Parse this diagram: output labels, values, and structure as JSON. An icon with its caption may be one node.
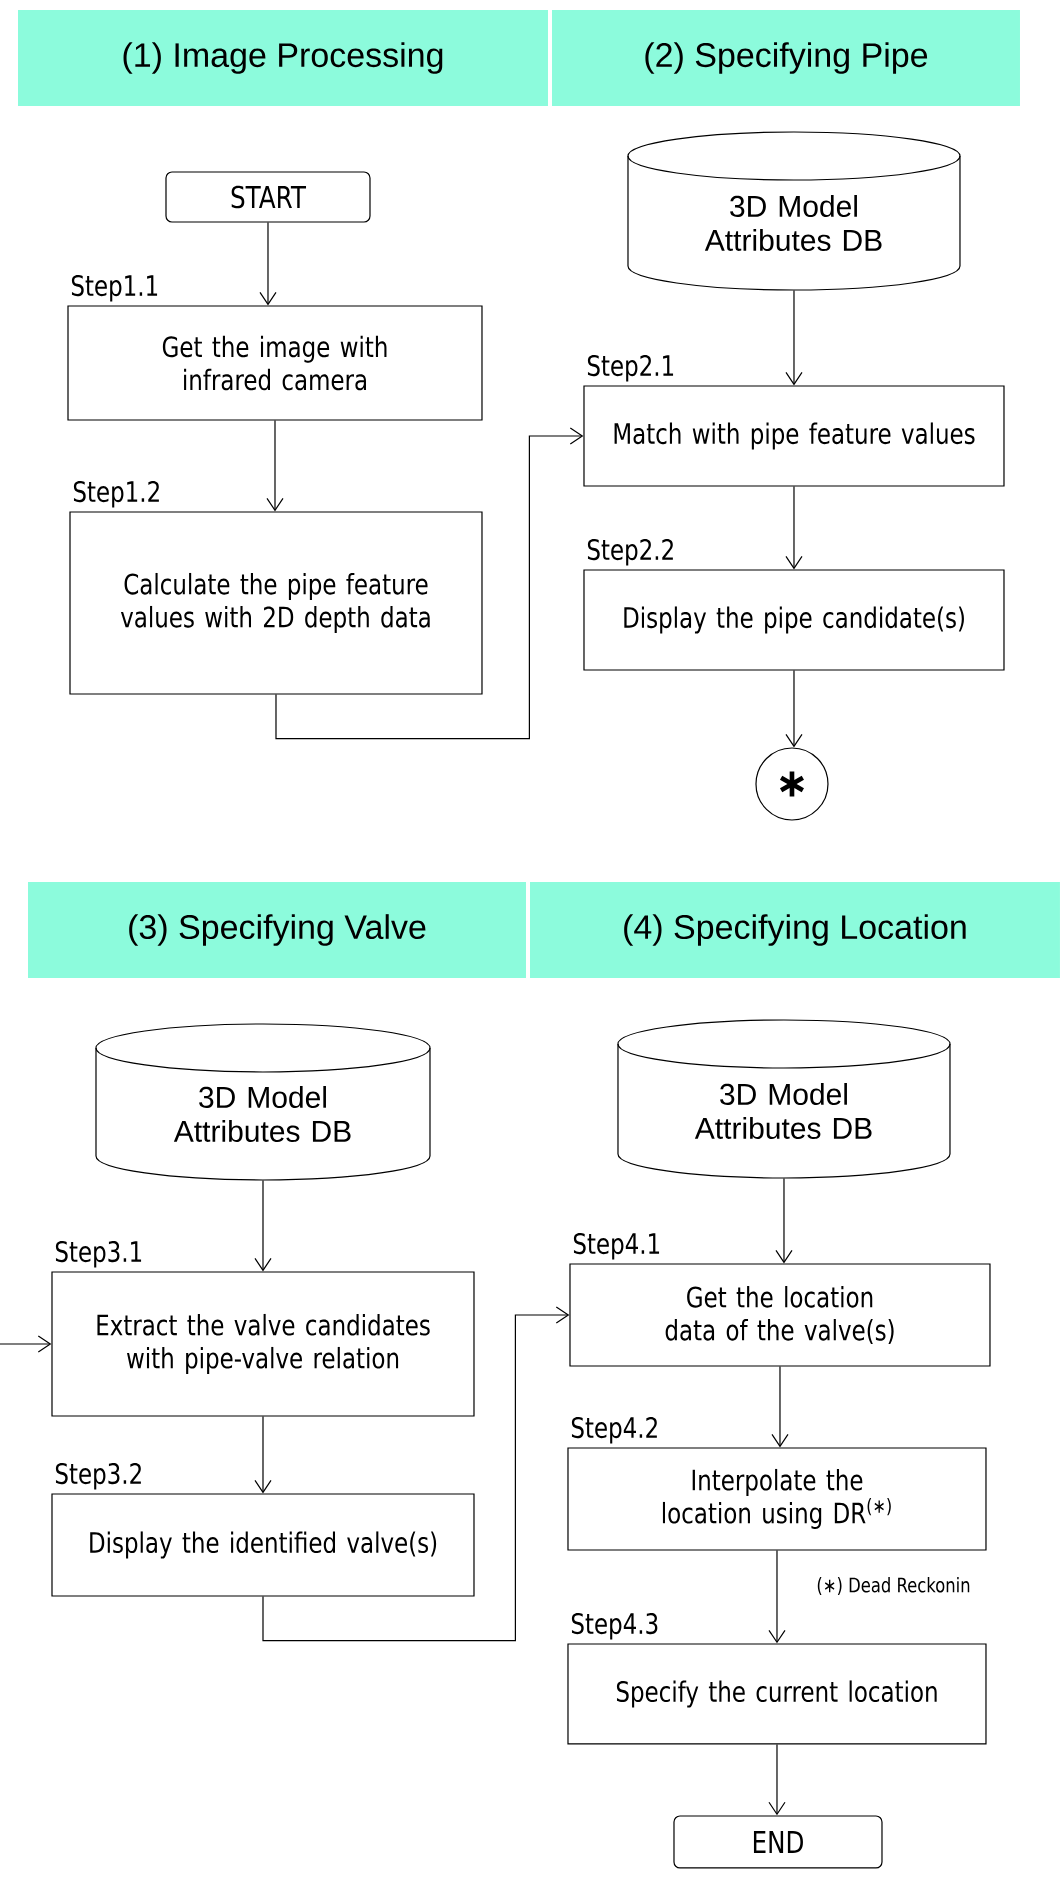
{
  "diagram": {
    "nodes": [
      {
        "text": [
          "(1) Image Processing"
        ]
      },
      {
        "text": [
          "(2) Specifying Pipe"
        ]
      },
      {
        "text": [
          "START"
        ]
      },
      {
        "text": [
          "Step1.1",
          "Get the image with infrared camera"
        ]
      },
      {
        "text": [
          "Step1.2",
          "Calculate the pipe feature values with 2D depth data"
        ]
      },
      {
        "text": [
          "3D Model Attributes DB"
        ]
      },
      {
        "text": [
          "Step2.1",
          "Match with pipe feature values"
        ]
      },
      {
        "text": [
          "Step2.2",
          "Display the pipe candidate(s)"
        ]
      },
      {
        "text": [
          "∗"
        ]
      },
      {
        "text": [
          "(3) Specifying Valve"
        ]
      },
      {
        "text": [
          "(4) Specifying Location"
        ]
      },
      {
        "text": [
          "3D Model Attributes DB"
        ]
      },
      {
        "text": [
          "Step3.1",
          "Extract the valve candidates with pipe-valve relation"
        ]
      },
      {
        "text": [
          "Step3.2",
          "Display the identified valve(s)"
        ]
      },
      {
        "text": [
          "3D Model Attributes DB"
        ]
      },
      {
        "text": [
          "Step4.1",
          "Get the location data of the valve(s)"
        ]
      },
      {
        "text": [
          "Step4.2",
          "Interpolate the location using DR$^{(∗)}$"
        ]
      },
      {
        "text": [
          "Step4.3",
          "Specify the current location"
        ]
      },
      {
        "text": [
          "END"
        ]
      }
    ],
    "edges": [
      {
        "from": 2,
        "to": 3,
        "arrow": "to"
      },
      {
        "from": 3,
        "to": 4,
        "arrow": "to"
      },
      {
        "from": 4,
        "to": 6,
        "arrow": "to"
      },
      {
        "from": 5,
        "to": 6,
        "arrow": "to"
      },
      {
        "from": 6,
        "to": 7,
        "arrow": "to"
      },
      {
        "from": 7,
        "to": 8,
        "arrow": "to"
      },
      {
        "from": null,
        "to": 12,
        "arrow": "to"
      },
      {
        "from": 11,
        "to": 12,
        "arrow": "to"
      },
      {
        "from": 12,
        "to": 13,
        "arrow": "to"
      },
      {
        "from": 13,
        "to": 15,
        "arrow": "to"
      },
      {
        "from": 14,
        "to": 15,
        "arrow": "to"
      },
      {
        "from": 15,
        "to": 16,
        "arrow": "to"
      },
      {
        "from": 16,
        "to": 17,
        "arrow": "to"
      },
      {
        "from": 17,
        "to": 18,
        "arrow": "to"
      }
    ],
    "labels": [
      "(∗) Dead Reckonin"
    ]
  }
}
